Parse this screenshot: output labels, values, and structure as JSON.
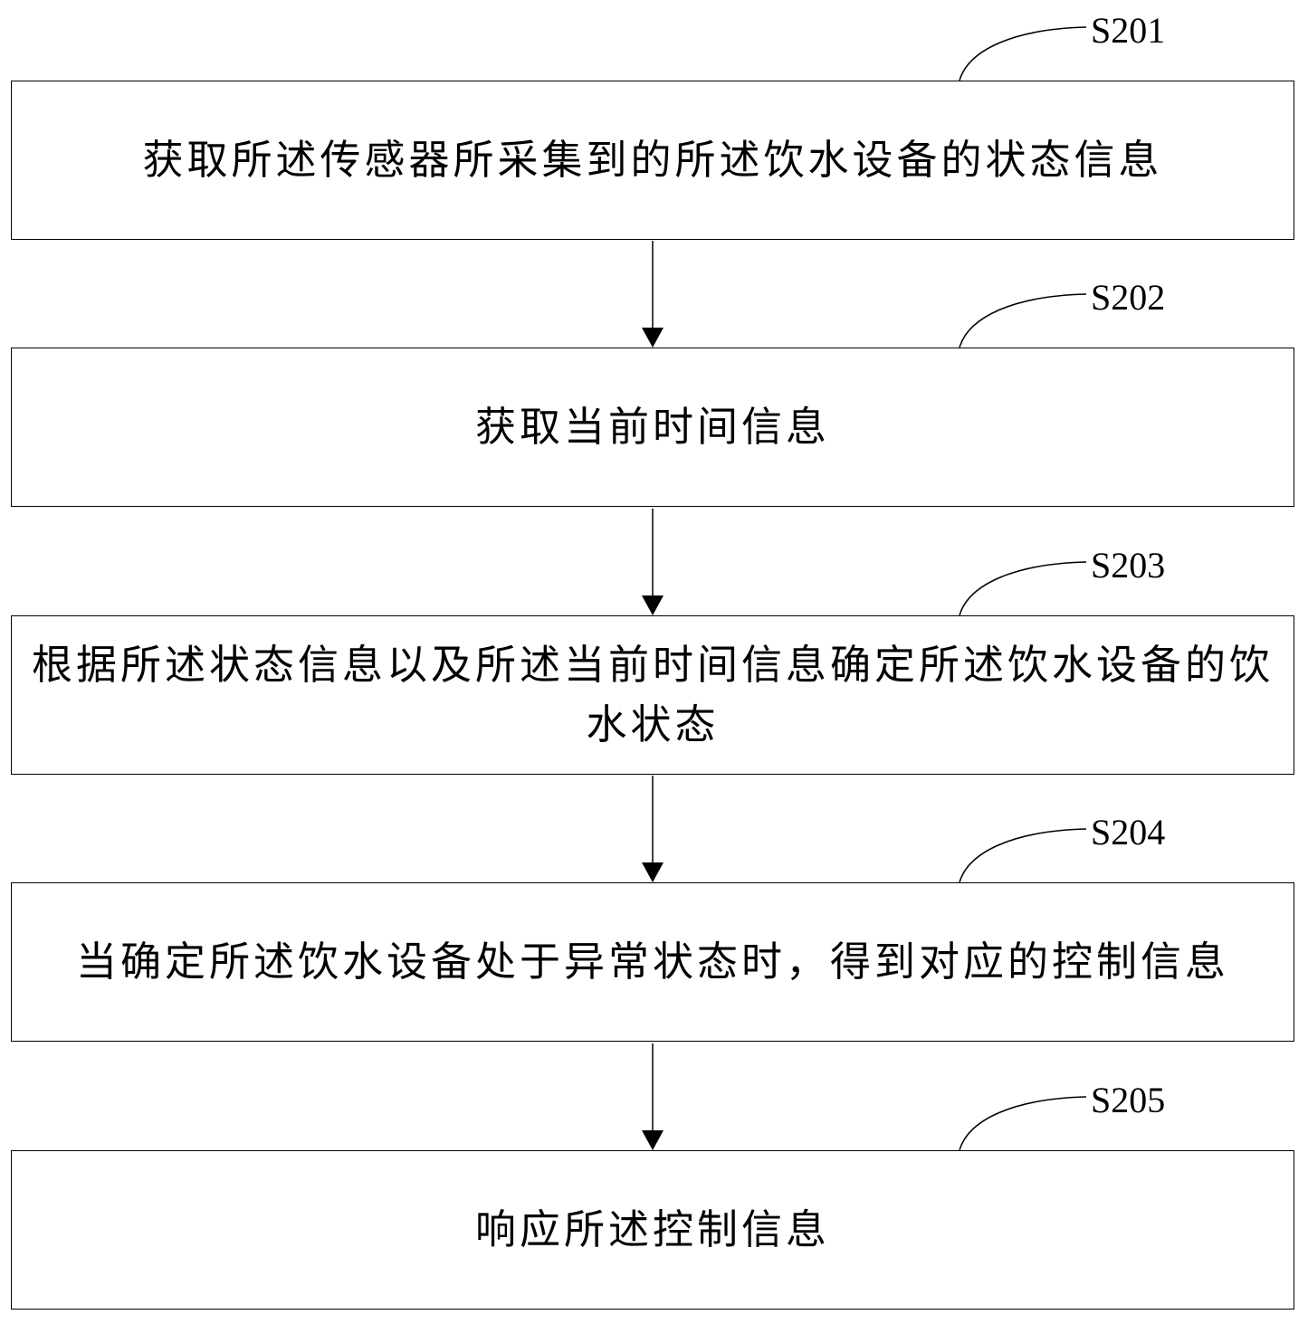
{
  "steps": [
    {
      "id": "S201",
      "text": "获取所述传感器所采集到的所述饮水设备的状态信息"
    },
    {
      "id": "S202",
      "text": "获取当前时间信息"
    },
    {
      "id": "S203",
      "text": "根据所述状态信息以及所述当前时间信息确定所述饮水设备的饮水状态"
    },
    {
      "id": "S204",
      "text": "当确定所述饮水设备处于异常状态时，得到对应的控制信息"
    },
    {
      "id": "S205",
      "text": "响应所述控制信息"
    }
  ]
}
